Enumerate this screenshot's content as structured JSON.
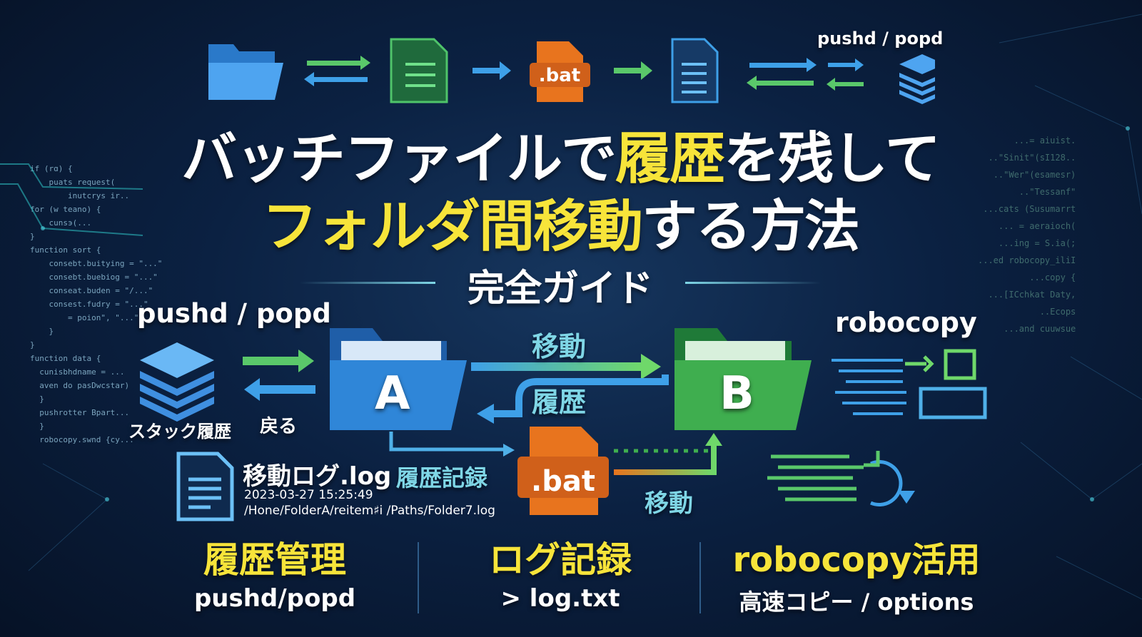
{
  "background_code_left": [
    "if (rɑ) {",
    "    puats request(",
    "        inutcrys ir..",
    "for (w teano) {",
    "    cunsэ(...",
    "}",
    "function sort {",
    "    consebt.buitying = \"...\"",
    "    consebt.buebiog = \"...\"",
    "    conseat.buden = \"/...\"",
    "    consest.fudry = \"...\"",
    "        = poion\", \"...\"",
    "    }",
    "}",
    "function data {",
    "  cunisbhdname = ...",
    "  aven do pasDwcstar)",
    "  }",
    "  pushrotter Bpart...",
    "  }",
    "  robocopy.swnd {cy..."
  ],
  "background_code_right": [
    "...= aiuist.",
    "..\"Sinit\"(sI128..",
    "..\"Wer\"(esamesr)",
    "..\"Tessanf\"",
    "...cats (Susumarrt",
    "... = aeraioch(",
    "...ing = S.ia(;",
    "...ed robocopy_iliI",
    "...copy {",
    "...[ICchkat Daty,",
    "..Ecops",
    "...and cuuwsue"
  ],
  "top_row": {
    "label_pushd": "pushd / popd",
    "bat_label": ".bat"
  },
  "title": {
    "line1_white_a": "バッチファイルで",
    "line1_yellow": "履歴",
    "line1_white_b": "を残して",
    "line2_yellow": "フォルダ間移動",
    "line2_white": "する方法",
    "subtitle": "完全ガイド"
  },
  "diagram": {
    "pushd_label": "pushd / popd",
    "stack_label": "スタック履歴",
    "back_label": "戻る",
    "folder_a": "A",
    "folder_b": "B",
    "move_label": "移動",
    "history_label": "履歴",
    "robocopy_label": "robocopy",
    "bat_label": ".bat",
    "move_label2": "移動",
    "history_record": "履歴記録",
    "log_name": "移動ログ.log",
    "log_time": "2023-03-27 15:25:49",
    "log_path": "/Hone/FolderA/reitem♯i /Paths/Folder7.log"
  },
  "features": [
    {
      "title": "履歴管理",
      "sub": "pushd/popd"
    },
    {
      "title": "ログ記録",
      "sub": "> log.txt"
    },
    {
      "title": "robocopy活用",
      "sub": "高速コピー / options"
    }
  ],
  "colors": {
    "yellow": "#f7e43a",
    "blue": "#2f86d8",
    "green": "#3fae4f",
    "orange": "#e8741e",
    "cyan": "#7fd6e6"
  }
}
